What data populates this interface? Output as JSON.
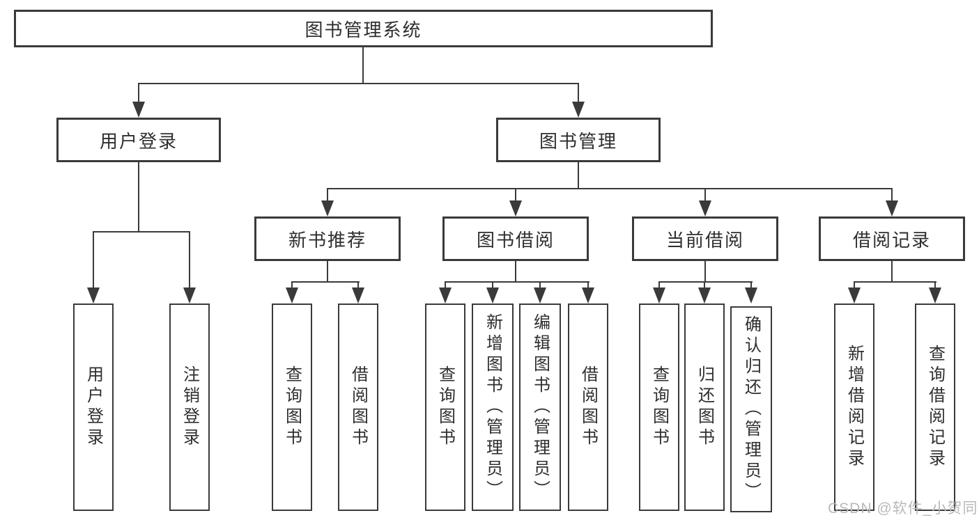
{
  "colors": {
    "line": "#3a3a3a",
    "ink": "#2e2e2e",
    "paper": "#ffffff",
    "watermark": "#b9b9b9"
  },
  "watermark": {
    "text": "CSDN @软件_小贺同学"
  },
  "tree": {
    "root": {
      "label": "图书管理系统"
    },
    "children": [
      {
        "label": "用户登录",
        "children": [
          {
            "label": "用户登录"
          },
          {
            "label": "注销登录"
          }
        ]
      },
      {
        "label": "图书管理",
        "children": [
          {
            "label": "新书推荐",
            "children": [
              {
                "label": "查询图书"
              },
              {
                "label": "借阅图书"
              }
            ]
          },
          {
            "label": "图书借阅",
            "children": [
              {
                "label": "查询图书"
              },
              {
                "label": "新增图书（管理员）"
              },
              {
                "label": "编辑图书（管理员）"
              },
              {
                "label": "借阅图书"
              }
            ]
          },
          {
            "label": "当前借阅",
            "children": [
              {
                "label": "查询图书"
              },
              {
                "label": "归还图书"
              },
              {
                "label": "确认归还（管理员）"
              }
            ]
          },
          {
            "label": "借阅记录",
            "children": [
              {
                "label": "新增借阅记录"
              },
              {
                "label": "查询借阅记录"
              }
            ]
          }
        ]
      }
    ]
  }
}
